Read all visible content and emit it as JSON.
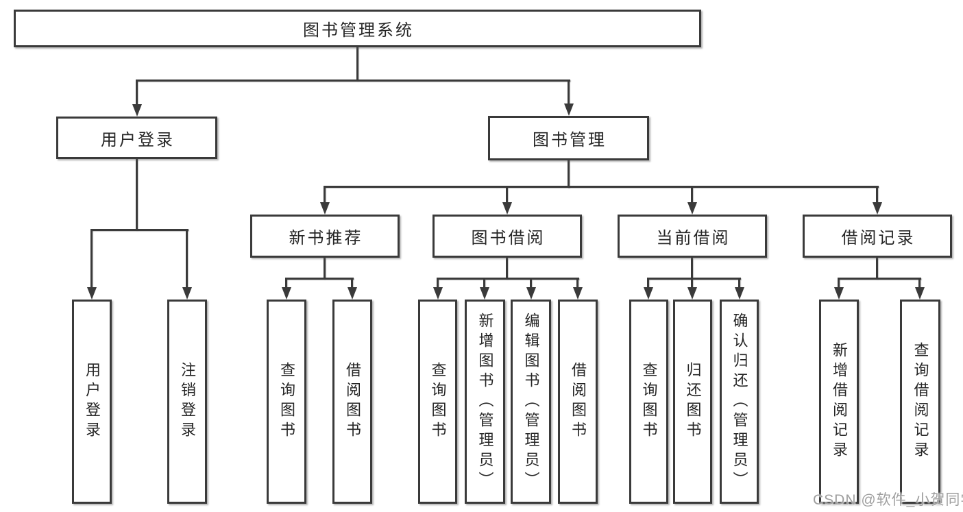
{
  "diagram": {
    "root_label": "图书管理系统",
    "l2": {
      "user": "用户登录",
      "book": "图书管理"
    },
    "l3": {
      "new": "新书推荐",
      "borrow": "图书借阅",
      "current": "当前借阅",
      "records": "借阅记录"
    },
    "leaf": {
      "user_login": "用户登录",
      "user_logout": "注销登录",
      "new_query": "查询图书",
      "new_borrow": "借阅图书",
      "bb_query": "查询图书",
      "bb_add": "新增图书（管理员）",
      "bb_edit": "编辑图书（管理员）",
      "bb_borrow": "借阅图书",
      "cur_query": "查询图书",
      "cur_return": "归还图书",
      "cur_confirm": "确认归还（管理员）",
      "rec_add": "新增借阅记录",
      "rec_query": "查询借阅记录"
    },
    "watermark": "CSDN @软件_小贺同学",
    "colors": {
      "line": "#3a3a3a",
      "text": "#262626",
      "box_background": "#ffffff",
      "watermark": "#9e9e9e",
      "background": "#ffffff"
    }
  }
}
